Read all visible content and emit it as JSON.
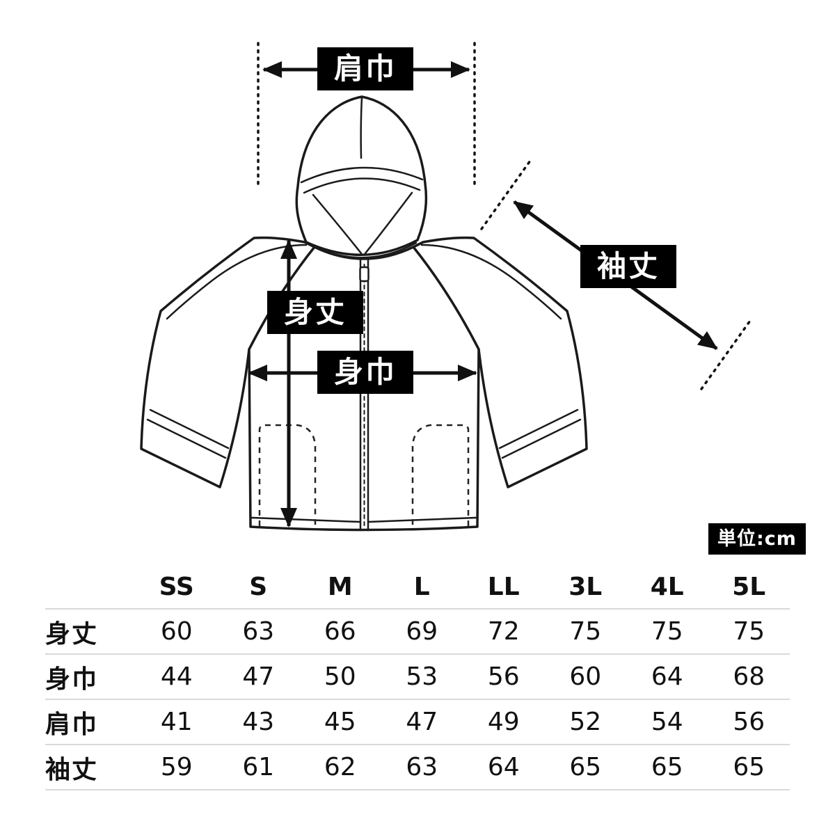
{
  "diagram": {
    "labels": {
      "shoulder_width": "肩巾",
      "body_length": "身丈",
      "body_width": "身巾",
      "sleeve_length": "袖丈"
    },
    "unit_label": "単位:cm"
  },
  "chart_data": {
    "type": "table",
    "unit": "cm",
    "columns": [
      "SS",
      "S",
      "M",
      "L",
      "LL",
      "3L",
      "4L",
      "5L"
    ],
    "rows": [
      {
        "label": "身丈",
        "values": [
          "60",
          "63",
          "66",
          "69",
          "72",
          "75",
          "75",
          "75"
        ]
      },
      {
        "label": "身巾",
        "values": [
          "44",
          "47",
          "50",
          "53",
          "56",
          "60",
          "64",
          "68"
        ]
      },
      {
        "label": "肩巾",
        "values": [
          "41",
          "43",
          "45",
          "47",
          "49",
          "52",
          "54",
          "56"
        ]
      },
      {
        "label": "袖丈",
        "values": [
          "59",
          "61",
          "62",
          "63",
          "64",
          "65",
          "65",
          "65"
        ]
      }
    ]
  }
}
